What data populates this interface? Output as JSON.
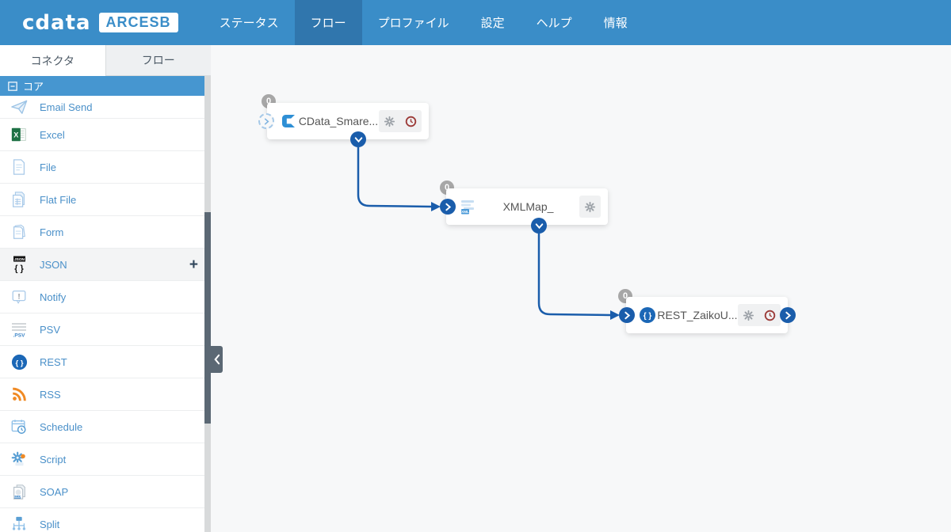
{
  "nav": {
    "logo_text": "cdata",
    "logo_badge": "ARCESB",
    "items": [
      {
        "label": "ステータス",
        "active": false
      },
      {
        "label": "フロー",
        "active": true
      },
      {
        "label": "プロファイル",
        "active": false
      },
      {
        "label": "設定",
        "active": false
      },
      {
        "label": "ヘルプ",
        "active": false
      },
      {
        "label": "情報",
        "active": false
      }
    ]
  },
  "sidebar": {
    "tabs": [
      {
        "label": "コネクタ",
        "active": true
      },
      {
        "label": "フロー",
        "active": false
      }
    ],
    "section_label": "コア",
    "items": [
      {
        "label": "Email Send",
        "icon": "email-send-icon"
      },
      {
        "label": "Excel",
        "icon": "excel-icon"
      },
      {
        "label": "File",
        "icon": "file-icon"
      },
      {
        "label": "Flat File",
        "icon": "flat-file-icon"
      },
      {
        "label": "Form",
        "icon": "form-icon"
      },
      {
        "label": "JSON",
        "icon": "json-icon",
        "add_label": "+"
      },
      {
        "label": "Notify",
        "icon": "notify-icon"
      },
      {
        "label": "PSV",
        "icon": "psv-icon"
      },
      {
        "label": "REST",
        "icon": "rest-icon"
      },
      {
        "label": "RSS",
        "icon": "rss-icon"
      },
      {
        "label": "Schedule",
        "icon": "schedule-icon"
      },
      {
        "label": "Script",
        "icon": "script-icon"
      },
      {
        "label": "SOAP",
        "icon": "soap-icon"
      },
      {
        "label": "Split",
        "icon": "split-icon"
      }
    ]
  },
  "canvas": {
    "nodes": [
      {
        "label": "CData_Smare...",
        "badge": "0",
        "icon": "cdata-connector-icon",
        "buttons": [
          "settings",
          "not-scheduled"
        ]
      },
      {
        "label": "XMLMap_",
        "badge": "0",
        "icon": "xmlmap-connector-icon",
        "buttons": [
          "settings"
        ]
      },
      {
        "label": "REST_ZaikoU...",
        "badge": "0",
        "icon": "rest-connector-icon",
        "buttons": [
          "settings",
          "not-scheduled"
        ]
      }
    ]
  },
  "colors": {
    "nav_blue": "#3a8dc8",
    "nav_active_blue": "#3076ad",
    "section_header_blue": "#4696d0",
    "sidebar_link_blue": "#4a90c9",
    "port_edge_blue": "#1a5dab",
    "badge_gray": "#a7a7a7",
    "clock_red": "#9c3b38",
    "gear_gray": "#9aa0a6",
    "rss_orange": "#f08a24",
    "excel_green": "#1e7145",
    "canvas_bg": "#f7f8f9"
  }
}
